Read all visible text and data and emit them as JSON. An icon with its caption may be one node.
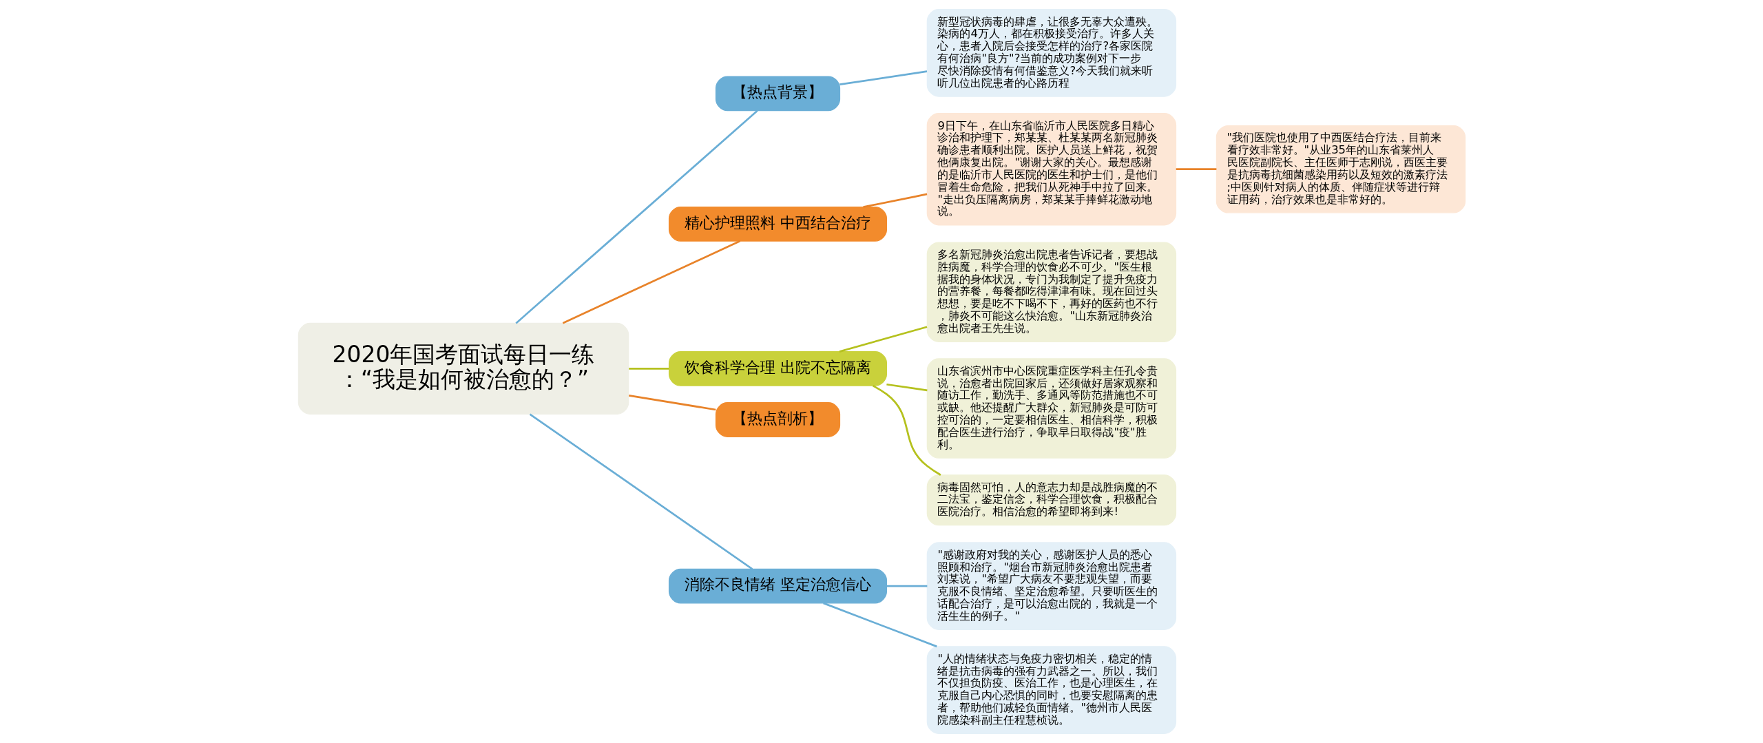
{
  "diagram": {
    "nodes": [
      {
        "text": [
          "2020年国考面试每日一练：“我是如何被治愈的？”"
        ]
      },
      {
        "text": [
          "【热点背景】"
        ]
      },
      {
        "text": [
          "新型冠状病毒的肆虐，让很多无辜大众遭殃。染病的4万人，都在积极接受治疗。许多人关心，患者入院后会接受怎样的治疗?各家医院有何治病\"良方\"?当前的成功案例对下一步尽快消除疫情有何借鉴意义?今天我们就来听听几位出院患者的心路历程"
        ]
      },
      {
        "text": [
          "精心护理照料 中西结合治疗"
        ]
      },
      {
        "text": [
          "9日下午，在山东省临沂市人民医院多日精心诊治和护理下，郑某某、杜某某两名新冠肺炎确诊患者顺利出院。医护人员送上鲜花，祝贺他俩康复出院。\"谢谢大家的关心。最想感谢的是临沂市人民医院的医生和护士们，是他们冒着生命危险，把我们从死神手中拉了回来。\"走出负压隔离病房，郑某某手捧鲜花激动地说。"
        ]
      },
      {
        "text": [
          "\"我们医院也使用了中西医结合疗法，目前来看疗效非常好。\"从业35年的山东省莱州人民医院副院长、主任医师于志刚说，西医主要是抗病毒抗细菌感染用药以及短效的激素疗法;中医则针对病人的体质、伴随症状等进行辩证用药，治疗效果也是非常好的。"
        ]
      },
      {
        "text": [
          "饮食科学合理 出院不忘隔离"
        ]
      },
      {
        "text": [
          "多名新冠肺炎治愈出院患者告诉记者，要想战胜病魔，科学合理的饮食必不可少。\"医生根据我的身体状况，专门为我制定了提升免疫力的营养餐，每餐都吃得津津有味。现在回过头想想，要是吃不下喝不下，再好的医药也不行，肺炎不可能这么快治愈。\"山东新冠肺炎治愈出院者王先生说。"
        ]
      },
      {
        "text": [
          "山东省滨州市中心医院重症医学科主任孔令贵说，治愈者出院回家后，还须做好居家观察和随访工作，勤洗手、多通风等防范措施也不可或缺。他还提醒广大群众，新冠肺炎是可防可控可治的，一定要相信医生、相信科学，积极配合医生进行治疗，争取早日取得战\"疫\"胜利。"
        ]
      },
      {
        "text": [
          "病毒固然可怕，人的意志力却是战胜病魔的不二法宝，鉴定信念，科学合理饮食，积极配合医院治疗。相信治愈的希望即将到来!"
        ]
      },
      {
        "text": [
          "【热点剖析】"
        ]
      },
      {
        "text": [
          "消除不良情绪 坚定治愈信心"
        ]
      },
      {
        "text": [
          "\"感谢政府对我的关心，感谢医护人员的悉心照顾和治疗。\"烟台市新冠肺炎治愈出院患者刘某说，\"希望广大病友不要悲观失望，而要克服不良情绪、坚定治愈希望。只要听医生的话配合治疗，是可以治愈出院的，我就是一个活生生的例子。\""
        ]
      },
      {
        "text": [
          "\"人的情绪状态与免疫力密切相关，稳定的情绪是抗击病毒的强有力武器之一。所以，我们不仅担负防疫、医治工作，也是心理医生，在克服自己内心恐惧的同时，也要安慰隔离的患者，帮助他们减轻负面情绪。\"德州市人民医院感染科副主任程慧桢说。"
        ]
      }
    ],
    "edges": [
      {
        "from": 0,
        "to": 1,
        "arrow": "none",
        "color": "#6aaed6"
      },
      {
        "from": 1,
        "to": 2,
        "arrow": "none",
        "color": "#6aaed6"
      },
      {
        "from": 0,
        "to": 3,
        "arrow": "none",
        "color": "#e8832a"
      },
      {
        "from": 3,
        "to": 4,
        "arrow": "none",
        "color": "#e8832a"
      },
      {
        "from": 4,
        "to": 5,
        "arrow": "none",
        "color": "#e8832a"
      },
      {
        "from": 0,
        "to": 6,
        "arrow": "none",
        "color": "#b5c11e"
      },
      {
        "from": 6,
        "to": 7,
        "arrow": "none",
        "color": "#b5c11e"
      },
      {
        "from": 6,
        "to": 8,
        "arrow": "none",
        "color": "#b5c11e"
      },
      {
        "from": 6,
        "to": 9,
        "arrow": "none",
        "color": "#b5c11e"
      },
      {
        "from": 0,
        "to": 10,
        "arrow": "none",
        "color": "#e8832a"
      },
      {
        "from": 0,
        "to": 11,
        "arrow": "none",
        "color": "#6aaed6"
      },
      {
        "from": 11,
        "to": 12,
        "arrow": "none",
        "color": "#6aaed6"
      },
      {
        "from": 11,
        "to": 13,
        "arrow": "none",
        "color": "#6aaed6"
      }
    ]
  }
}
